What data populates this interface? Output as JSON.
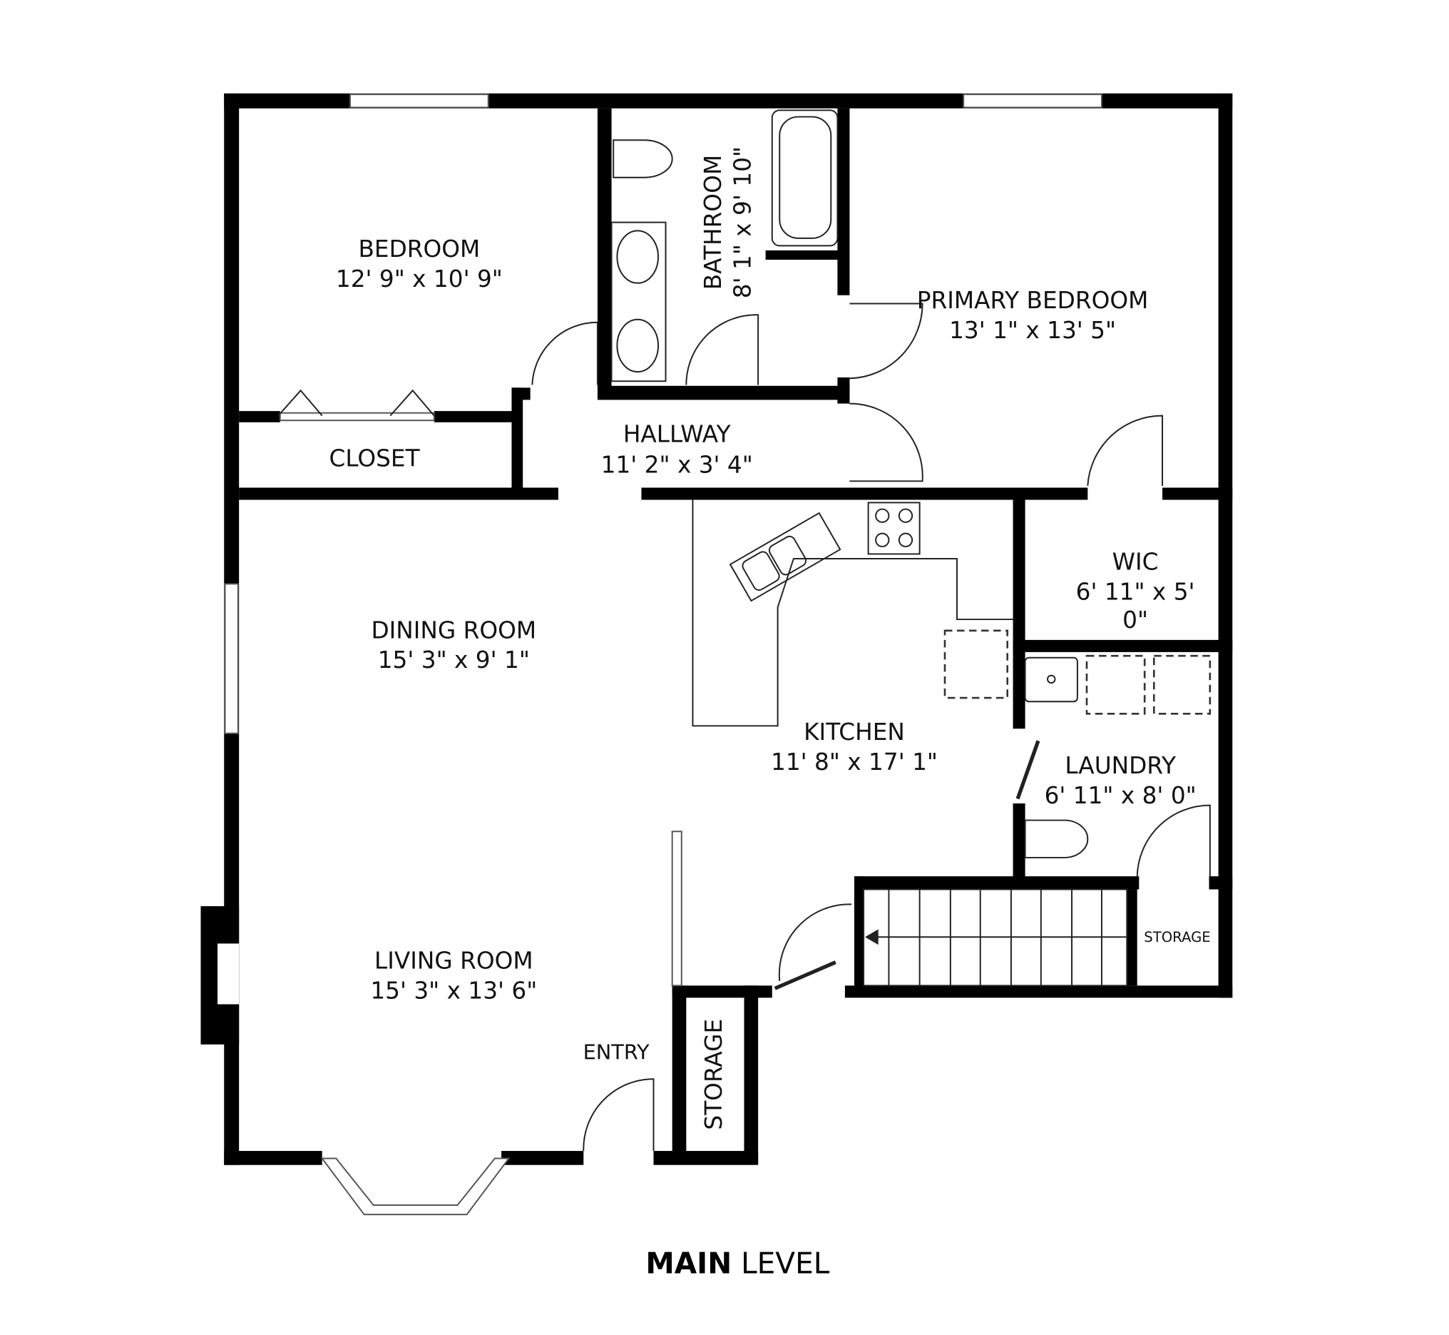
{
  "title_bold": "MAIN",
  "title_light": "LEVEL",
  "rooms": {
    "bedroom": {
      "name": "BEDROOM",
      "dims": "12' 9\" x 10' 9\""
    },
    "bathroom": {
      "name": "BATHROOM",
      "dims": "8' 1\" x 9' 10\""
    },
    "primary_bedroom": {
      "name": "PRIMARY BEDROOM",
      "dims": "13' 1\" x 13' 5\""
    },
    "closet": {
      "name": "CLOSET"
    },
    "hallway": {
      "name": "HALLWAY",
      "dims": "11' 2\" x 3' 4\""
    },
    "wic": {
      "name": "WIC",
      "dims_line1": "6' 11\" x 5'",
      "dims_line2": "0\""
    },
    "dining_room": {
      "name": "DINING ROOM",
      "dims": "15' 3\" x 9' 1\""
    },
    "kitchen": {
      "name": "KITCHEN",
      "dims": "11' 8\" x 17' 1\""
    },
    "laundry": {
      "name": "LAUNDRY",
      "dims": "6' 11\" x 8' 0\""
    },
    "living_room": {
      "name": "LIVING ROOM",
      "dims": "15' 3\" x 13' 6\""
    },
    "entry": {
      "name": "ENTRY"
    },
    "storage_entry": {
      "name": "STORAGE"
    },
    "storage_stairs": {
      "name": "STORAGE"
    }
  }
}
